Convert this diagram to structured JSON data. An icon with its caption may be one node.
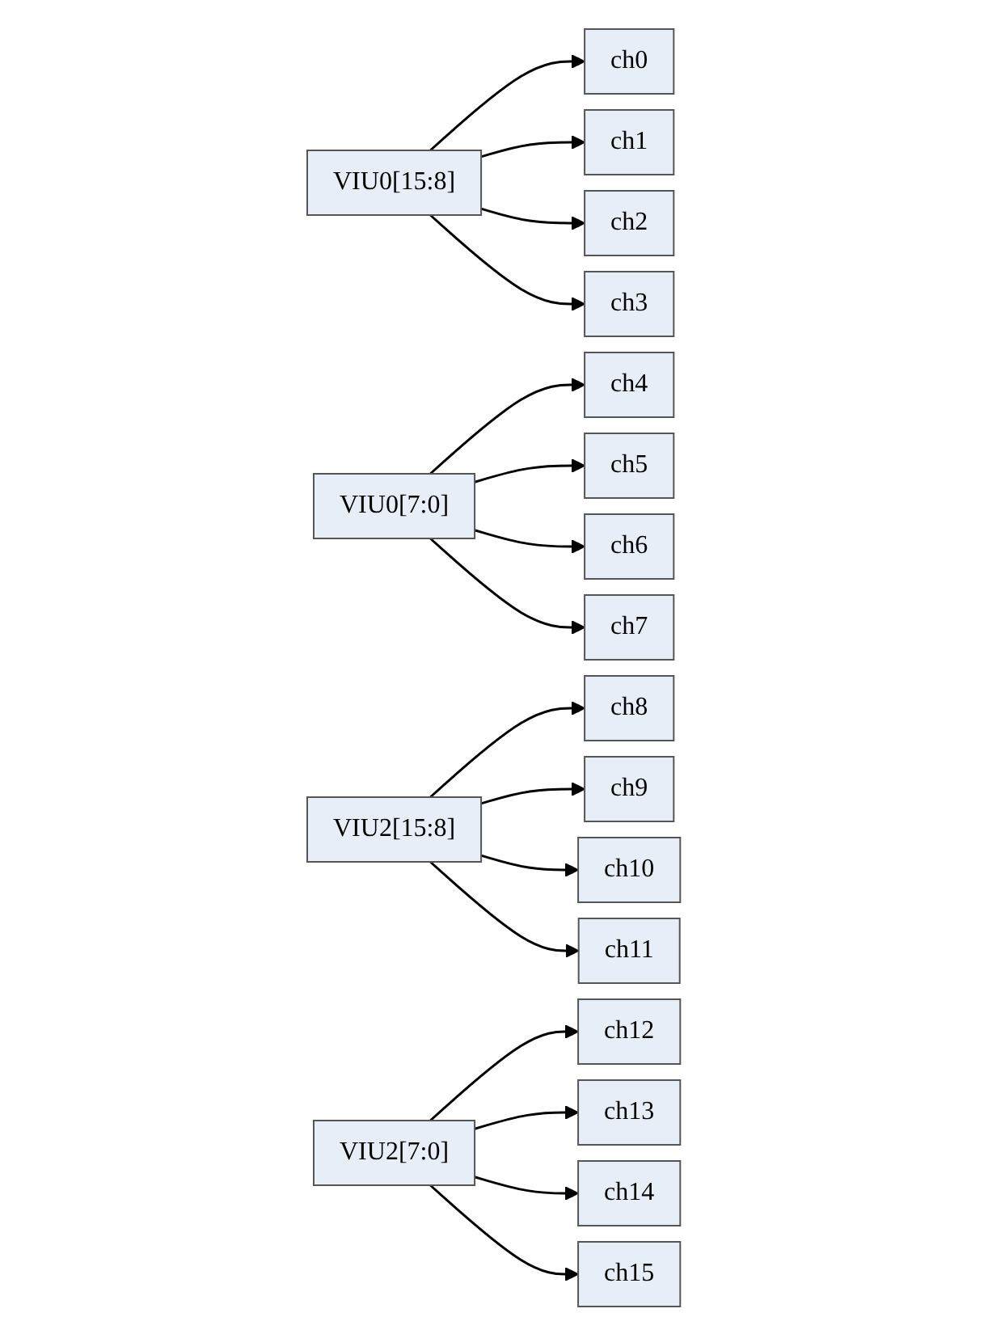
{
  "diagram": {
    "nodes": [
      {
        "text": [
          "VIU0[15:8]"
        ]
      },
      {
        "text": [
          "ch0"
        ]
      },
      {
        "text": [
          "ch1"
        ]
      },
      {
        "text": [
          "ch2"
        ]
      },
      {
        "text": [
          "ch3"
        ]
      },
      {
        "text": [
          "VIU0[7:0]"
        ]
      },
      {
        "text": [
          "ch4"
        ]
      },
      {
        "text": [
          "ch5"
        ]
      },
      {
        "text": [
          "ch6"
        ]
      },
      {
        "text": [
          "ch7"
        ]
      },
      {
        "text": [
          "VIU2[15:8]"
        ]
      },
      {
        "text": [
          "ch8"
        ]
      },
      {
        "text": [
          "ch9"
        ]
      },
      {
        "text": [
          "ch10"
        ]
      },
      {
        "text": [
          "ch11"
        ]
      },
      {
        "text": [
          "VIU2[7:0]"
        ]
      },
      {
        "text": [
          "ch12"
        ]
      },
      {
        "text": [
          "ch13"
        ]
      },
      {
        "text": [
          "ch14"
        ]
      },
      {
        "text": [
          "ch15"
        ]
      }
    ],
    "edges": [
      {
        "from": 0,
        "to": 1,
        "arrow": "to"
      },
      {
        "from": 0,
        "to": 2,
        "arrow": "to"
      },
      {
        "from": 0,
        "to": 3,
        "arrow": "to"
      },
      {
        "from": 0,
        "to": 4,
        "arrow": "to"
      },
      {
        "from": 5,
        "to": 6,
        "arrow": "to"
      },
      {
        "from": 5,
        "to": 7,
        "arrow": "to"
      },
      {
        "from": 5,
        "to": 8,
        "arrow": "to"
      },
      {
        "from": 5,
        "to": 9,
        "arrow": "to"
      },
      {
        "from": 10,
        "to": 11,
        "arrow": "to"
      },
      {
        "from": 10,
        "to": 12,
        "arrow": "to"
      },
      {
        "from": 10,
        "to": 13,
        "arrow": "to"
      },
      {
        "from": 10,
        "to": 14,
        "arrow": "to"
      },
      {
        "from": 15,
        "to": 16,
        "arrow": "to"
      },
      {
        "from": 15,
        "to": 17,
        "arrow": "to"
      },
      {
        "from": 15,
        "to": 18,
        "arrow": "to"
      },
      {
        "from": 15,
        "to": 19,
        "arrow": "to"
      }
    ]
  }
}
